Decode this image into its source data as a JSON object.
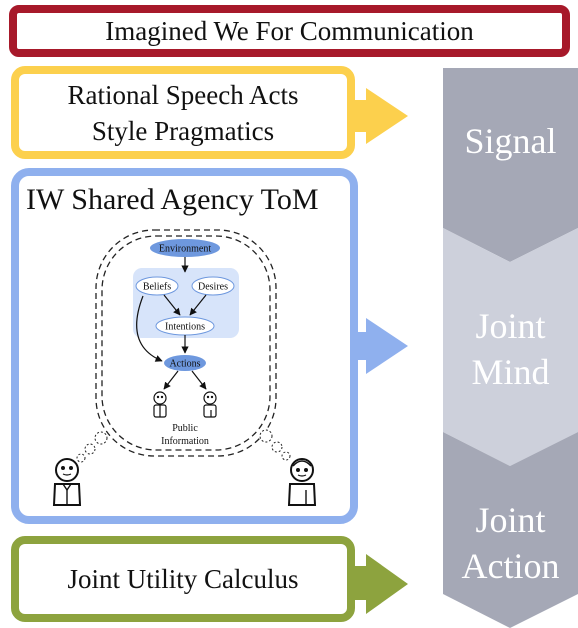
{
  "header": {
    "title": "Imagined We For Communication"
  },
  "rsa": {
    "line1": "Rational Speech Acts",
    "line2": "Style Pragmatics"
  },
  "iw": {
    "title": "IW Shared Agency ToM",
    "nodes": {
      "environment": "Environment",
      "beliefs": "Beliefs",
      "desires": "Desires",
      "intentions": "Intentions",
      "actions": "Actions"
    },
    "public_info_line1": "Public",
    "public_info_line2": "Information"
  },
  "utility": {
    "title": "Joint Utility Calculus"
  },
  "stages": {
    "signal": "Signal",
    "joint_mind_1": "Joint",
    "joint_mind_2": "Mind",
    "joint_action_1": "Joint",
    "joint_action_2": "Action"
  },
  "colors": {
    "title_border": "#a7192a",
    "rsa_yellow": "#fcd04d",
    "iw_blue": "#8fb0ee",
    "utility_green": "#8da33e",
    "stage_signal": "#a5a8b6",
    "stage_joint_mind": "#cdd0db",
    "stage_joint_action": "#a5a8b6",
    "node_fill": "#6e98de",
    "bdi_panel": "#d7e4fa"
  }
}
